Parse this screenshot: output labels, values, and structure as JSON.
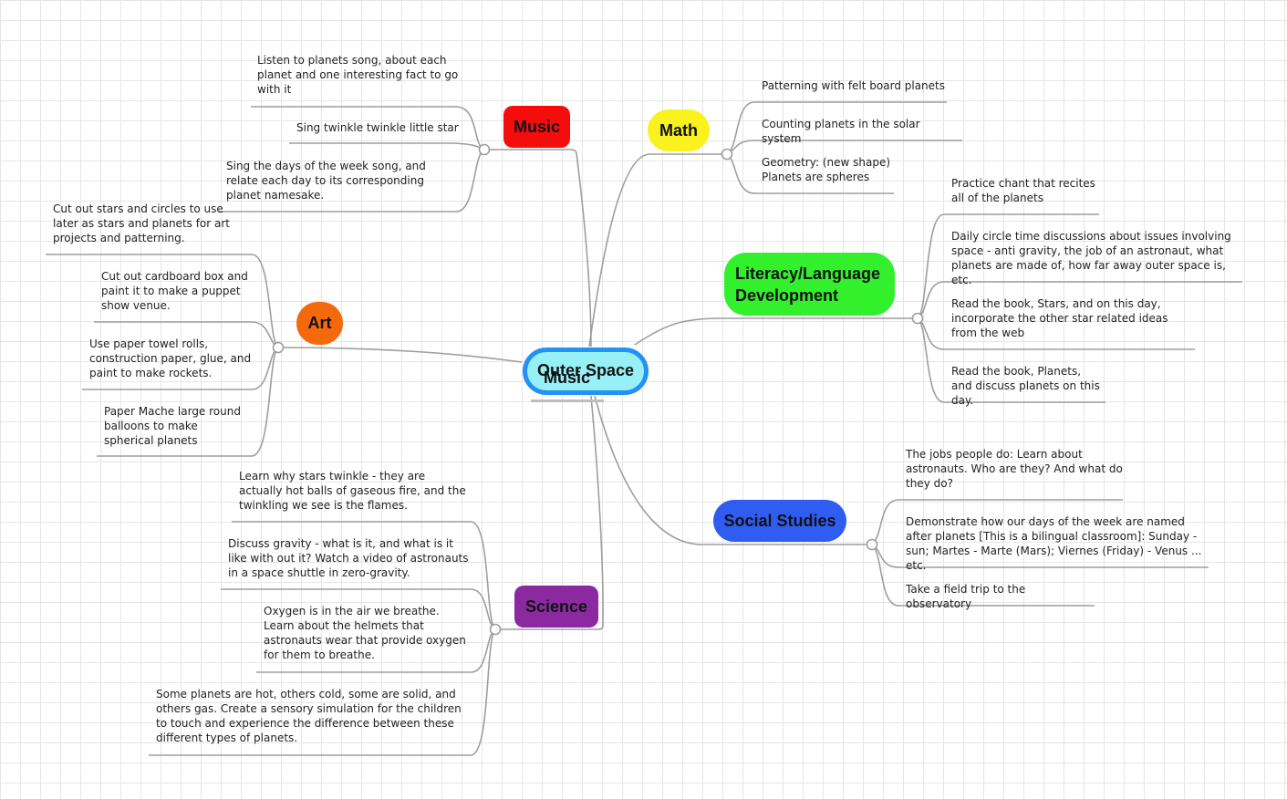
{
  "central": {
    "label": "Outer Space",
    "ghost_label": "Music"
  },
  "colors": {
    "music": "#f50d0d",
    "art": "#f5690d",
    "science": "#8b2aa0",
    "math": "#f9f21f",
    "literacy": "#32f02c",
    "social": "#2f5df1",
    "central_fill": "#98f0f7",
    "central_border": "#2491f5",
    "line": "#9e9e9e"
  },
  "topics": {
    "music": {
      "label": "Music",
      "items": [
        "Listen to planets song, about each planet and one interesting fact to go with it",
        "Sing twinkle twinkle little star",
        "Sing the days of the week song, and relate each day to its corresponding planet namesake."
      ]
    },
    "art": {
      "label": "Art",
      "items": [
        "Cut out stars and circles to use later as stars and planets for art projects and patterning.",
        "Cut out cardboard box and paint it to make a puppet show venue.",
        "Use paper towel rolls, construction paper, glue, and paint to make rockets.",
        "Paper Mache large round balloons to make spherical planets"
      ]
    },
    "science": {
      "label": "Science",
      "items": [
        "Learn why stars twinkle - they are actually hot balls of gaseous fire, and the twinkling we see is the flames.",
        "Discuss gravity - what is it, and what is it like with out it? Watch a video of astronauts in a space shuttle in zero-gravity.",
        "Oxygen is in the air we breathe. Learn about the helmets that astronauts wear that provide oxygen for them to breathe.",
        "Some planets are hot, others cold, some are solid, and others gas. Create a sensory simulation for the children to touch and experience the difference between these different types of planets."
      ]
    },
    "math": {
      "label": "Math",
      "items": [
        "Patterning with felt board planets",
        "Counting planets in the solar system",
        "Geometry: (new shape) Planets are spheres"
      ]
    },
    "literacy": {
      "label": "Literacy/Language Development",
      "items": [
        "Practice chant that recites all of the planets",
        "Daily circle time discussions about issues involving space - anti gravity, the job of an astronaut, what planets are made of, how far away outer space is, etc.",
        "Read the book, Stars, and on this day, incorporate the other star related ideas from the web",
        "Read the book, Planets, and discuss planets on this day."
      ]
    },
    "social": {
      "label": "Social Studies",
      "items": [
        "The jobs people do: Learn about astronauts. Who are they? And what do they do?",
        "Demonstrate how our days of the week are named after planets [This is a bilingual classroom]: Sunday - sun; Martes - Marte (Mars); Viernes (Friday) - Venus ... etc.",
        "Take a field trip to the observatory"
      ]
    }
  }
}
